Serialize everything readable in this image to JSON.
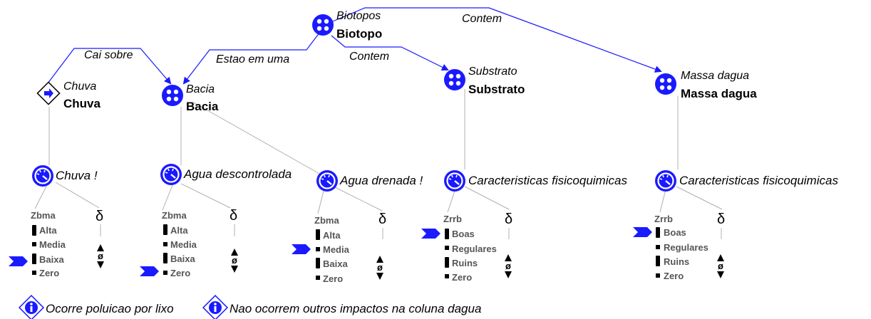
{
  "diagram": {
    "relations": [
      "Cai sobre",
      "Estao em uma",
      "Contem",
      "Contem"
    ],
    "nodes": {
      "biotopos": {
        "class_label": "Biotopos",
        "name": "Biotopo"
      },
      "chuva": {
        "class_label": "Chuva",
        "name": "Chuva"
      },
      "bacia": {
        "class_label": "Bacia",
        "name": "Bacia"
      },
      "substrato": {
        "class_label": "Substrato",
        "name": "Substrato"
      },
      "massa": {
        "class_label": "Massa dagua",
        "name": "Massa dagua"
      }
    },
    "evaluators": [
      {
        "label": "Chuva !",
        "scale": "Zbma",
        "states": [
          "Alta",
          "Media",
          "Baixa",
          "Zero"
        ],
        "selected": "Baixa"
      },
      {
        "label": "Agua descontrolada",
        "scale": "Zbma",
        "states": [
          "Alta",
          "Media",
          "Baixa",
          "Zero"
        ],
        "selected": "Zero"
      },
      {
        "label": "Agua drenada !",
        "scale": "Zbma",
        "states": [
          "Alta",
          "Media",
          "Baixa",
          "Zero"
        ],
        "selected": "Media"
      },
      {
        "label": "Caracteristicas fisicoquimicas",
        "scale": "Zrrb",
        "states": [
          "Boas",
          "Regulares",
          "Ruins",
          "Zero"
        ],
        "selected": "Boas"
      },
      {
        "label": "Caracteristicas fisicoquimicas",
        "scale": "Zrrb",
        "states": [
          "Boas",
          "Regulares",
          "Ruins",
          "Zero"
        ],
        "selected": "Boas"
      }
    ],
    "delta_symbol": "δ",
    "phi_symbol": "ø",
    "scenarios": [
      "Ocorre poluicao por lixo",
      "Nao ocorrem outros impactos na coluna dagua"
    ],
    "colors": {
      "accent": "#1a1aff",
      "line": "#b0b0b0",
      "state_text": "#555555"
    },
    "icons": [
      "entity-icon",
      "gauge-icon",
      "diamond-arrow-icon",
      "scenario-icon",
      "selection-chevron-icon",
      "up-down-arrow-icon"
    ]
  }
}
